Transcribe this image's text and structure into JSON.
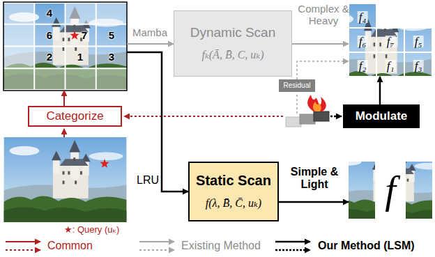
{
  "diagram": {
    "nodes": [
      {
        "text": [
          "4",
          "6",
          "7",
          "5",
          "2",
          "1",
          "3"
        ]
      },
      {
        "text": [
          "Dynamic Scan",
          "fₖ(Ā, B̄, C, uₖ)"
        ]
      },
      {
        "text": [
          "f₄",
          "f₆",
          "f₇",
          "f₅",
          "f₂",
          "f₁",
          "f₃"
        ]
      },
      {
        "text": [
          "Residual"
        ]
      },
      {
        "text": [
          "Categorize"
        ]
      },
      {
        "text": [
          "Modulate"
        ]
      },
      {
        "text": [
          "Static Scan",
          "f(λ, B̄, C̄, uₖ)"
        ]
      },
      {
        "text": [
          "f"
        ]
      }
    ],
    "edges": [
      {
        "from": 0,
        "to": 1,
        "arrow": "to",
        "label": "Mamba"
      },
      {
        "from": 1,
        "to": 2,
        "arrow": "to",
        "label": "Complex & Heavy"
      },
      {
        "from": 0,
        "to": 6,
        "arrow": "to",
        "label": "LRU"
      },
      {
        "from": 6,
        "to": 7,
        "arrow": "to",
        "label": "Simple & Light"
      },
      {
        "from": 5,
        "to": 2,
        "arrow": "to"
      },
      {
        "from": 4,
        "to": 0,
        "arrow": "to"
      },
      {
        "from": 3,
        "to": 2,
        "arrow": "to"
      }
    ],
    "labels": [
      "★: Query (uₖ)"
    ],
    "legend": [
      {
        "text": "Common"
      },
      {
        "text": "Existing Method"
      },
      {
        "text": "Our Method (LSM)"
      }
    ]
  }
}
